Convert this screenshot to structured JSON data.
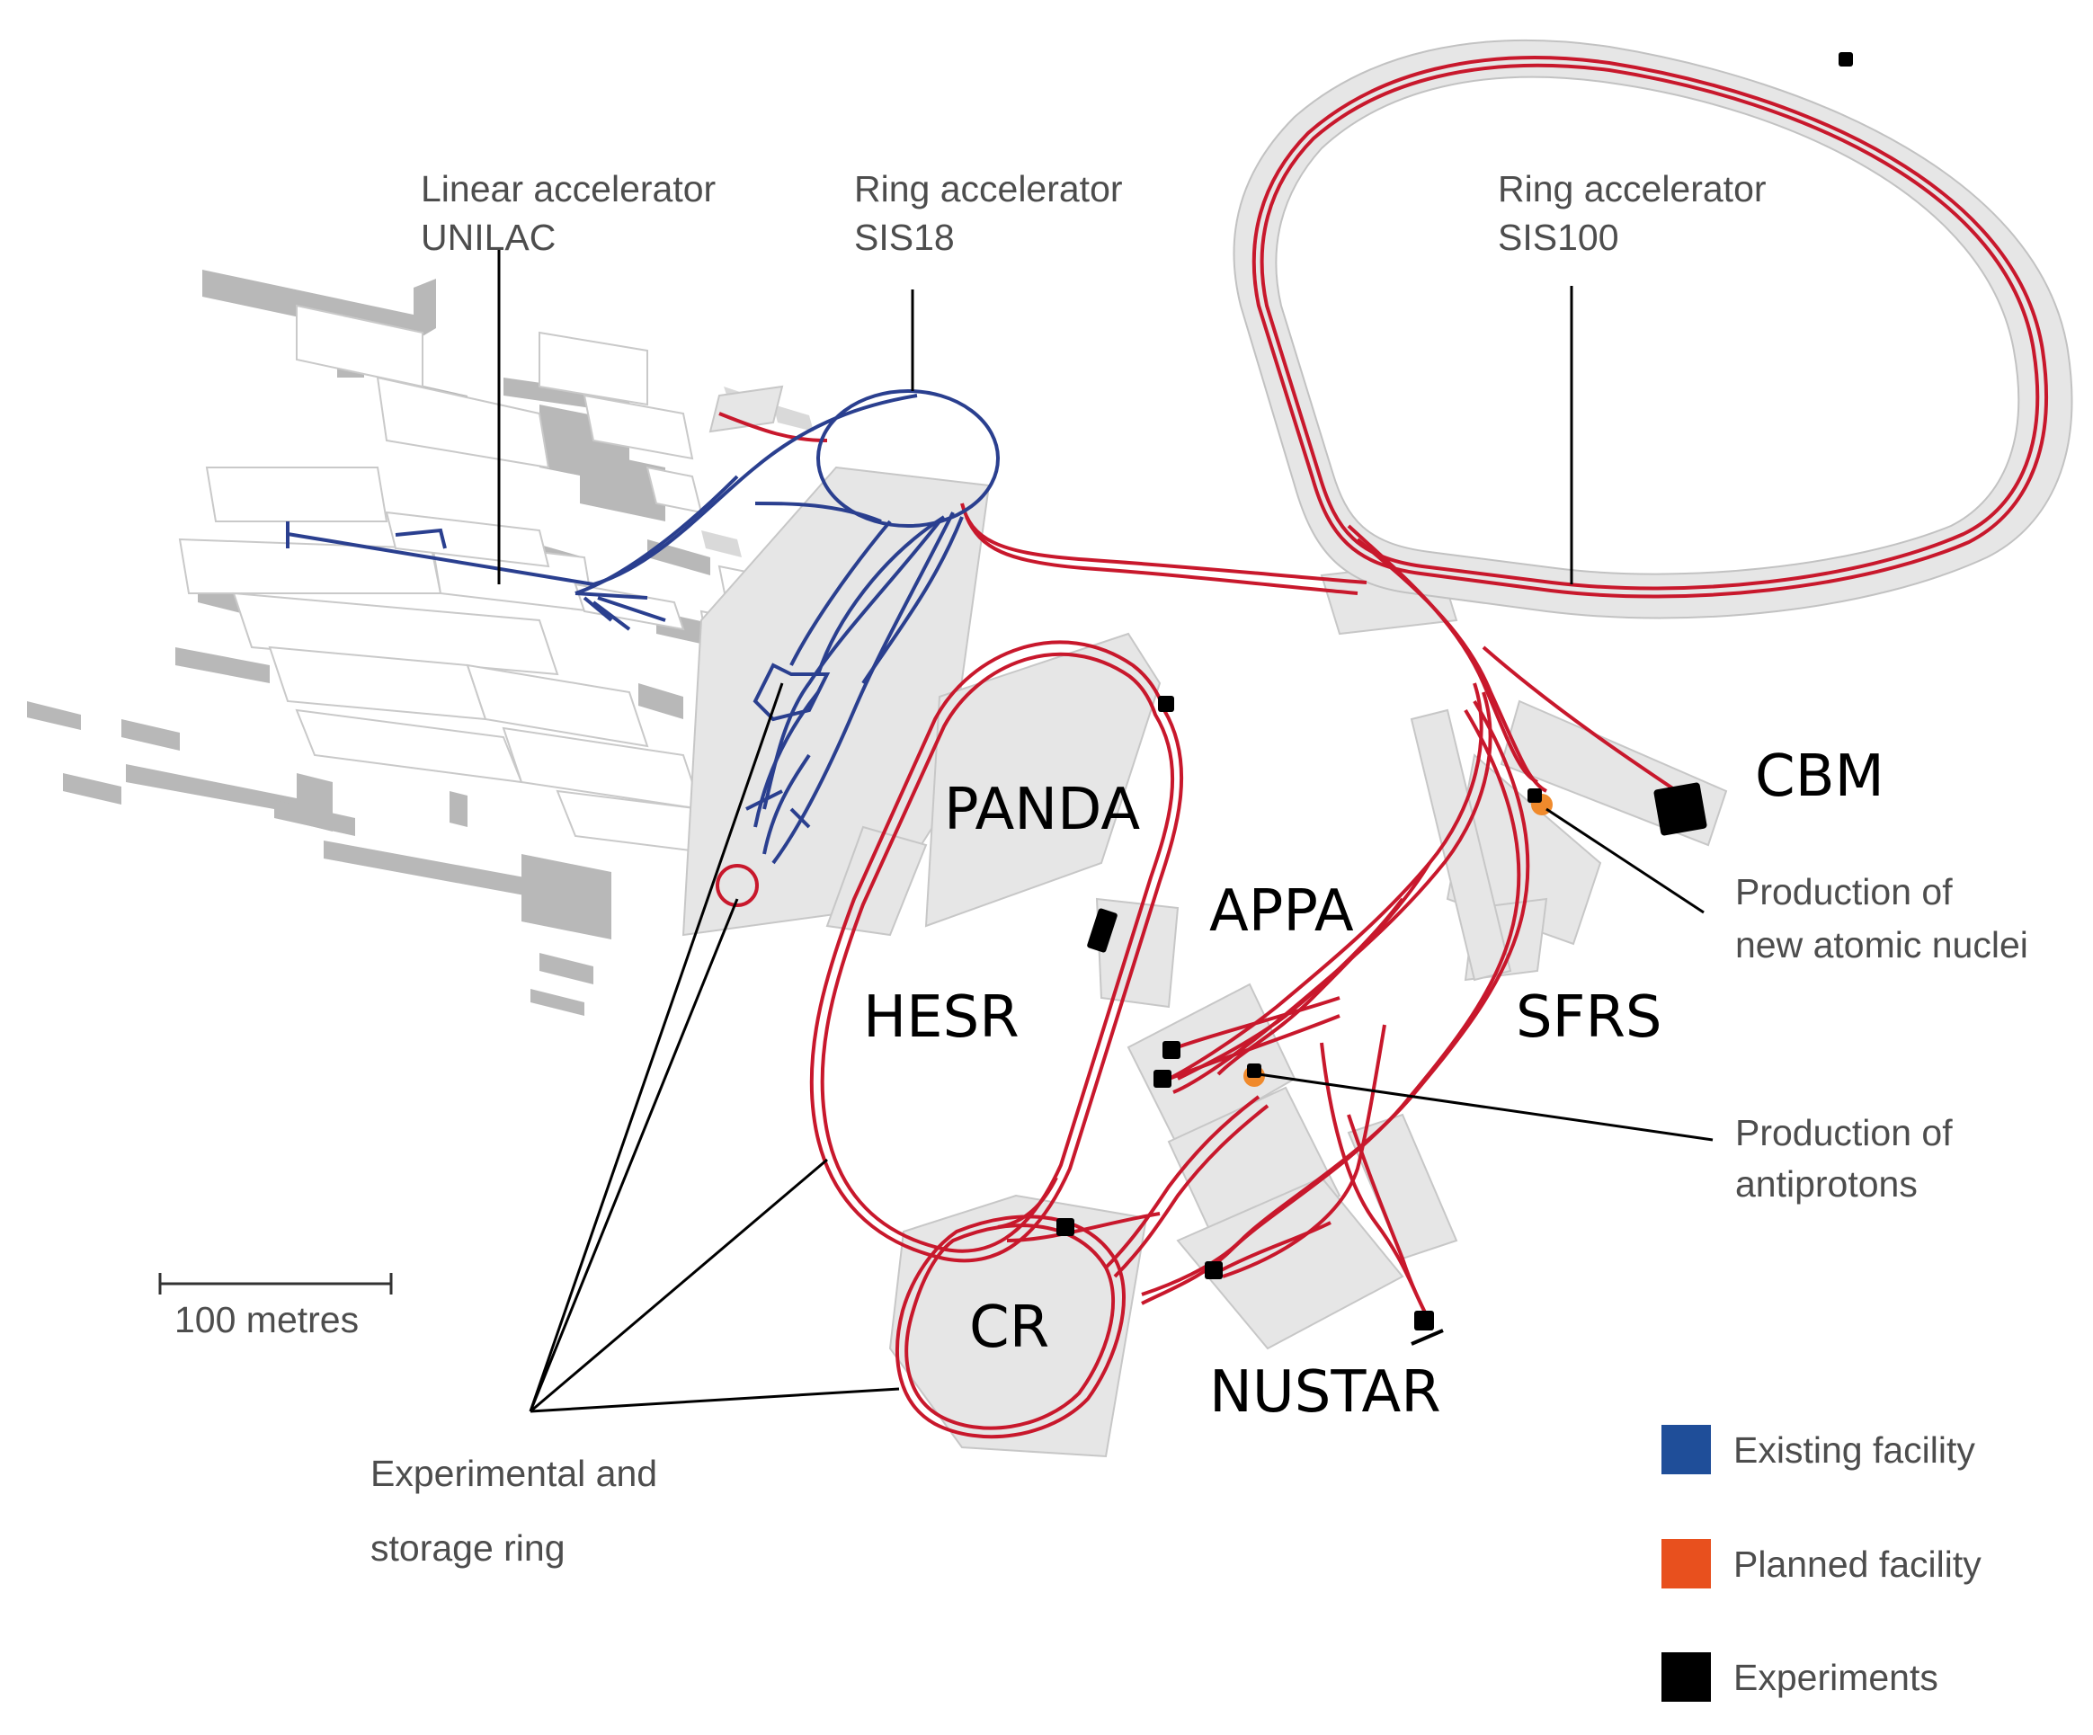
{
  "labels": {
    "unilac_line1": "Linear accelerator",
    "unilac_line2": "UNILAC",
    "sis18_line1": "Ring accelerator",
    "sis18_line2": "SIS18",
    "sis100_line1": "Ring accelerator",
    "sis100_line2": "SIS100",
    "nuclei_line1": "Production of",
    "nuclei_line2": "new atomic nuclei",
    "antiprotons_line1": "Production of",
    "antiprotons_line2": "antiprotons",
    "rings_line1": "Experimental and",
    "rings_line2": "storage ring",
    "scale": "100 metres"
  },
  "experiments": {
    "panda": "PANDA",
    "appa": "APPA",
    "hesr": "HESR",
    "cbm": "CBM",
    "sfrs": "SFRS",
    "cr": "CR",
    "nustar": "NUSTAR"
  },
  "legend": [
    {
      "label": "Existing facility",
      "color": "#1f4e99"
    },
    {
      "label": "Planned facility",
      "color": "#e8501e"
    },
    {
      "label": "Experiments",
      "color": "#000000"
    }
  ],
  "colors": {
    "existing_beamline": "#2a3f8f",
    "planned_beamline": "#c8182c",
    "building": "#e6e6e6",
    "building_shadow": "#b3b3b3"
  }
}
